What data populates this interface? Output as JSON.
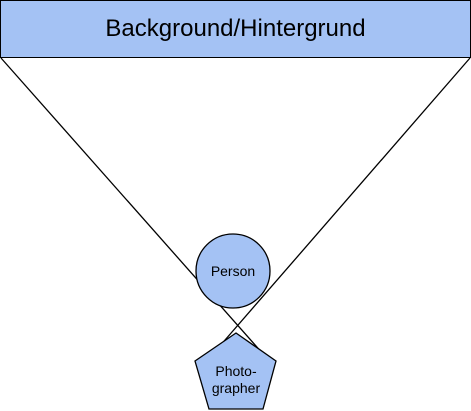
{
  "background_bar": {
    "label": "Background/Hintergrund"
  },
  "person": {
    "label": "Person"
  },
  "photographer": {
    "label_line1": "Photo-",
    "label_line2": "grapher"
  },
  "colors": {
    "shape_fill": "#a4c2f4",
    "stroke": "#000000",
    "background": "#ffffff"
  }
}
